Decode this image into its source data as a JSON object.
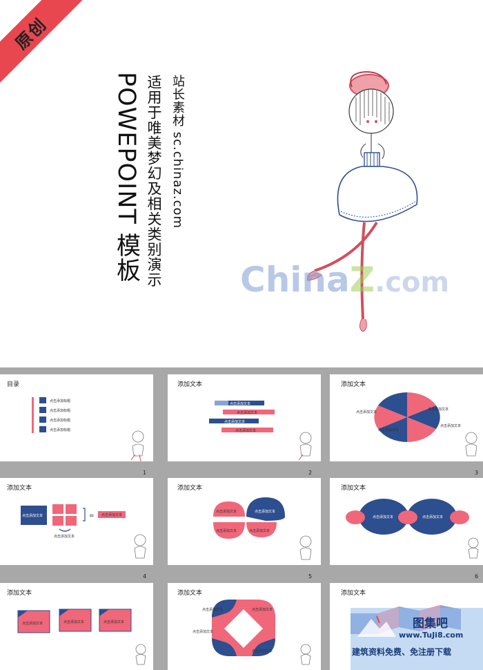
{
  "hero": {
    "ribbon": "原创",
    "title": "POWEPOINT 模板",
    "subtitle": "适用于唯美梦幻及相关类别演示",
    "site_label": "站长素材 sc.chinaz.com",
    "watermark_a": "China",
    "watermark_z": "Z",
    "watermark_b": ".com"
  },
  "slides": [
    {
      "title": "目录",
      "number": "1",
      "items": [
        "点击添加标题",
        "点击添加标题",
        "点击添加标题",
        "点击添加标题"
      ]
    },
    {
      "title": "添加文本",
      "number": "2",
      "items": [
        "点击添加文本",
        "点击添加文本",
        "点击添加文本",
        "点击添加文本"
      ]
    },
    {
      "title": "添加文本",
      "number": "3",
      "items": [
        "点击添加文本",
        "点击添加文本",
        "点击添加文本",
        "点击添加文本"
      ]
    },
    {
      "title": "添加文本",
      "number": "4",
      "items": [
        "点击添加文本",
        "点击添加文本",
        "点击添加文本"
      ]
    },
    {
      "title": "添加文本",
      "number": "5",
      "items": [
        "点击添加文本",
        "点击添加文本",
        "点击添加文本",
        "点击添加文本"
      ]
    },
    {
      "title": "添加文本",
      "number": "6",
      "items": [
        "点击添加文本",
        "点击添加文本"
      ]
    },
    {
      "title": "添加文本",
      "items": [
        "点击添加文本",
        "点击添加文本",
        "点击添加文本"
      ]
    },
    {
      "title": "添加文本",
      "items": [
        "点击添加文本",
        "点击添加文本",
        "点击添加文本",
        "点击添加文本"
      ]
    },
    {
      "title": "添加文本"
    }
  ],
  "badge": {
    "title": "图集吧",
    "url": "www.TuJi8.com",
    "desc": "建筑资料免费、免注册下载"
  },
  "colors": {
    "accent_red": "#e8474f",
    "navy": "#2d4e8f",
    "pink": "#f0677a"
  }
}
